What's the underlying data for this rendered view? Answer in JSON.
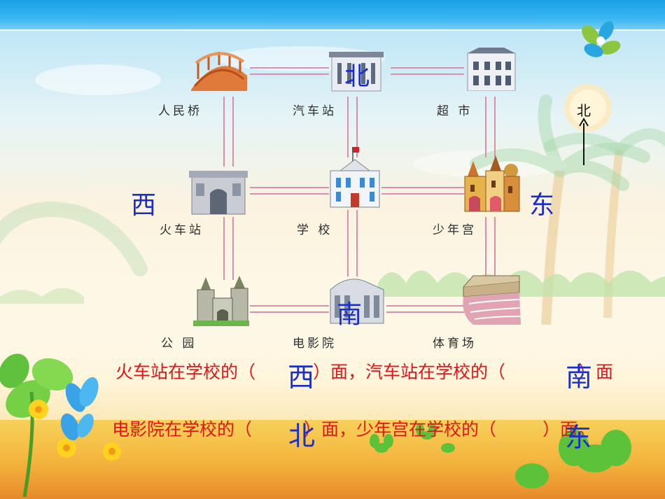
{
  "slide": {
    "buildings": [
      {
        "label": "人民桥"
      },
      {
        "label": "汽车站"
      },
      {
        "label": "超 市"
      },
      {
        "label": "火车站"
      },
      {
        "label": "学 校"
      },
      {
        "label": "少年宫"
      },
      {
        "label": "公 园"
      },
      {
        "label": "电影院"
      },
      {
        "label": "体育场"
      }
    ],
    "directions": {
      "north": "北",
      "west": "西",
      "east": "东",
      "south": "南"
    },
    "compass": {
      "label": "北"
    },
    "sentence1": {
      "part1": "火车站在学校的（",
      "answer1": "西",
      "part2": "）面，汽车站在学校的（",
      "answer2": "南",
      "part3": "）面"
    },
    "sentence2": {
      "part1": "电影院在学校的（",
      "answer1": "北",
      "part2": "）面，少年宫在学校的（",
      "answer2": "东",
      "part3": "）面。"
    }
  },
  "colors": {
    "question_text": "#e0161b",
    "answer_text": "#1a2ecc",
    "road": "#d98fb0"
  }
}
